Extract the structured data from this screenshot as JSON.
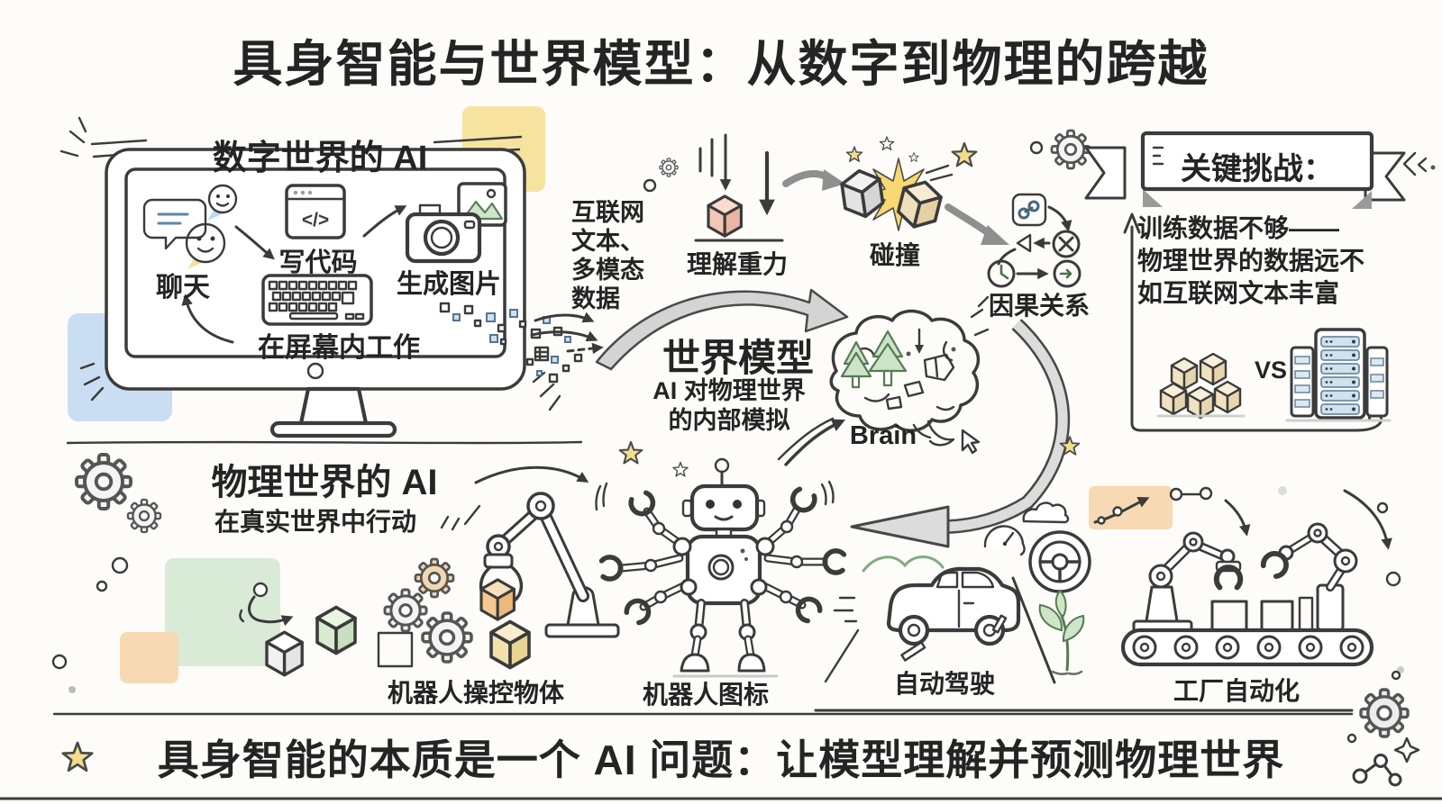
{
  "title": "具身智能与世界模型：从数字到物理的跨越",
  "digital_section": {
    "header": "数字世界的 AI",
    "chat_label": "聊天",
    "code_label": "写代码",
    "code_icon_glyph": "</>",
    "image_gen_label": "生成图片",
    "screen_work_label": "在屏幕内工作",
    "internet_data_note": "互联网\n文本、\n多模态\n数据"
  },
  "physics_concepts": {
    "gravity_label": "理解重力",
    "collision_label": "碰撞",
    "causality_label": "因果关系"
  },
  "world_model": {
    "title": "世界模型",
    "subtitle": "AI 对物理世界\n的内部模拟",
    "brain_label": "Brain"
  },
  "challenges": {
    "banner": "关键挑战：",
    "body": "训练数据不够——\n物理世界的数据远不\n如互联网文本丰富",
    "vs_label": "VS"
  },
  "physical_section": {
    "header": "物理世界的 AI",
    "subheader": "在真实世界中行动",
    "robot_arm_label": "机器人操控物体",
    "robot_label": "机器人图标",
    "driving_label": "自动驾驶",
    "factory_label": "工厂自动化"
  },
  "footer": {
    "statement": "具身智能的本质是一个 AI 问题：让模型理解并预测物理世界"
  },
  "colors": {
    "ink": "#3b3b3b",
    "accent_yellow": "#f6e3a0",
    "accent_blue": "#c9def2",
    "accent_green": "#d9ead7",
    "accent_orange": "#f7d9b3",
    "accent_pink": "#f5c9ba",
    "star_yellow": "#f3dd8e",
    "server_blue": "#cfe2ef",
    "arrow_gray": "#d6d6d6"
  }
}
